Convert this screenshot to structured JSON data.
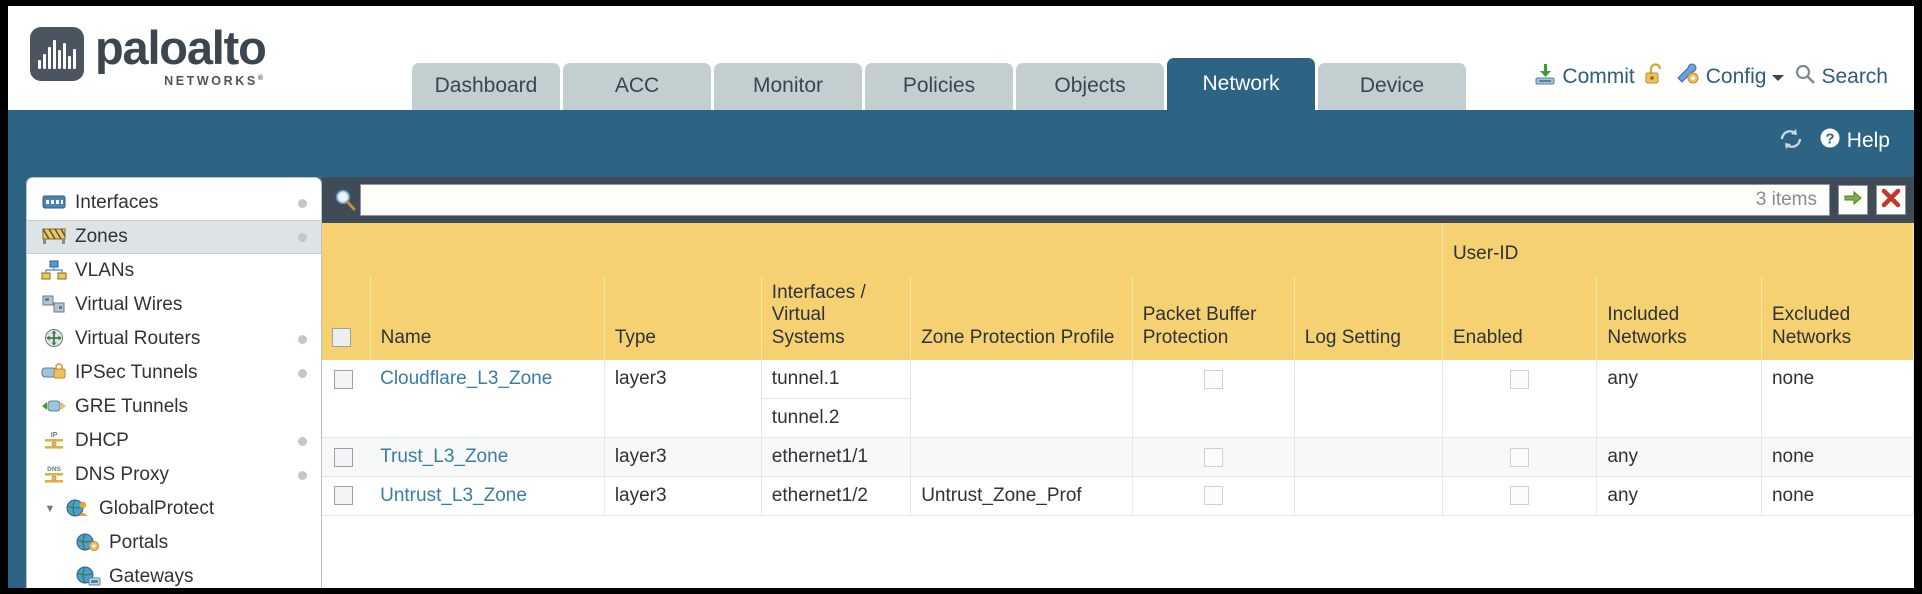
{
  "brand": {
    "name": "paloalto",
    "tagline": "NETWORKS",
    "registered": "®"
  },
  "nav": {
    "tabs": [
      {
        "label": "Dashboard",
        "active": false
      },
      {
        "label": "ACC",
        "active": false
      },
      {
        "label": "Monitor",
        "active": false
      },
      {
        "label": "Policies",
        "active": false
      },
      {
        "label": "Objects",
        "active": false
      },
      {
        "label": "Network",
        "active": true
      },
      {
        "label": "Device",
        "active": false
      }
    ]
  },
  "header_actions": {
    "commit": "Commit",
    "config": "Config",
    "search": "Search",
    "lock_icon": "unlock-icon"
  },
  "blueband": {
    "help": "Help",
    "refresh_icon": "refresh-icon"
  },
  "sidebar": {
    "items": [
      {
        "label": "Interfaces",
        "icon": "interfaces-icon",
        "selected": false,
        "dot": true,
        "level": 0
      },
      {
        "label": "Zones",
        "icon": "zones-icon",
        "selected": true,
        "dot": true,
        "level": 0
      },
      {
        "label": "VLANs",
        "icon": "vlans-icon",
        "selected": false,
        "dot": false,
        "level": 0
      },
      {
        "label": "Virtual Wires",
        "icon": "virtual-wires-icon",
        "selected": false,
        "dot": false,
        "level": 0
      },
      {
        "label": "Virtual Routers",
        "icon": "virtual-routers-icon",
        "selected": false,
        "dot": true,
        "level": 0
      },
      {
        "label": "IPSec Tunnels",
        "icon": "ipsec-tunnels-icon",
        "selected": false,
        "dot": true,
        "level": 0
      },
      {
        "label": "GRE Tunnels",
        "icon": "gre-tunnels-icon",
        "selected": false,
        "dot": false,
        "level": 0
      },
      {
        "label": "DHCP",
        "icon": "dhcp-icon",
        "selected": false,
        "dot": true,
        "level": 0
      },
      {
        "label": "DNS Proxy",
        "icon": "dns-proxy-icon",
        "selected": false,
        "dot": true,
        "level": 0
      },
      {
        "label": "GlobalProtect",
        "icon": "globalprotect-icon",
        "selected": false,
        "dot": false,
        "level": 0,
        "expanded": true
      },
      {
        "label": "Portals",
        "icon": "portals-icon",
        "selected": false,
        "dot": false,
        "level": 1
      },
      {
        "label": "Gateways",
        "icon": "gateways-icon",
        "selected": false,
        "dot": false,
        "level": 1
      }
    ]
  },
  "search": {
    "value": "",
    "placeholder": "",
    "items_count": "3 items",
    "apply_icon": "green-arrow-icon",
    "clear_icon": "red-x-icon"
  },
  "table": {
    "group_header": "User-ID",
    "columns": [
      "Name",
      "Type",
      "Interfaces / Virtual Systems",
      "Zone Protection Profile",
      "Packet Buffer Protection",
      "Log Setting",
      "Enabled",
      "Included Networks",
      "Excluded Networks"
    ],
    "rows": [
      {
        "name": "Cloudflare_L3_Zone",
        "type": "layer3",
        "interfaces": [
          "tunnel.1",
          "tunnel.2"
        ],
        "zone_protection_profile": "",
        "packet_buffer_protection": false,
        "log_setting": "",
        "user_id_enabled": false,
        "included_networks": "any",
        "excluded_networks": "none"
      },
      {
        "name": "Trust_L3_Zone",
        "type": "layer3",
        "interfaces": [
          "ethernet1/1"
        ],
        "zone_protection_profile": "",
        "packet_buffer_protection": false,
        "log_setting": "",
        "user_id_enabled": false,
        "included_networks": "any",
        "excluded_networks": "none"
      },
      {
        "name": "Untrust_L3_Zone",
        "type": "layer3",
        "interfaces": [
          "ethernet1/2"
        ],
        "zone_protection_profile": "Untrust_Zone_Prof",
        "packet_buffer_protection": false,
        "log_setting": "",
        "user_id_enabled": false,
        "included_networks": "any",
        "excluded_networks": "none"
      }
    ]
  },
  "colors": {
    "brand_dark": "#3b4650",
    "tab_active": "#2d6484",
    "tab_inactive": "#c3ced1",
    "header_gold": "#f6d172",
    "group_gold": "#ddad3d",
    "link_blue": "#3a7ca5",
    "panel_dark": "#3f4b57"
  }
}
